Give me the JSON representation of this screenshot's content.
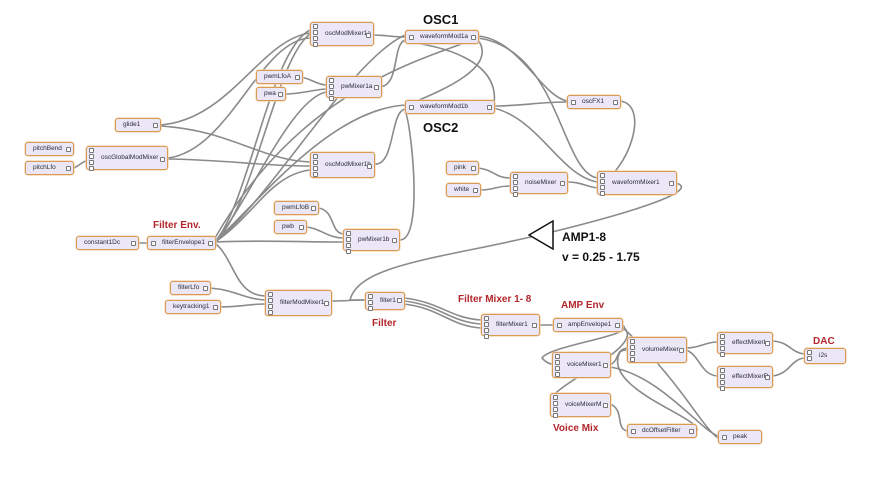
{
  "nodes": {
    "oscModMixer1a": "oscModMixer1a",
    "waveformMod1a": "waveformMod1a",
    "pwmLfoA": "pwmLfoA",
    "pwa": "pwa",
    "pwMixer1a": "pwMixer1a",
    "waveformMod1b": "waveformMod1b",
    "oscFX1": "oscFX1",
    "glide1": "glide1",
    "pitchBend": "pitchBend",
    "pitchLfo": "pitchLfo",
    "oscGlobalModMixer": "oscGlobalModMixer",
    "oscModMixer1b": "oscModMixer1b",
    "pink": "pink",
    "white": "white",
    "noiseMixer": "noiseMixer",
    "waveformMixer1": "waveformMixer1",
    "pwmLfoB": "pwmLfoB",
    "pwb": "pwb",
    "pwMixer1b": "pwMixer1b",
    "constant1Dc": "constant1Dc",
    "filterEnvelope1": "filterEnvelope1",
    "filterLfo": "filterLfo",
    "keytracking1": "keytracking1",
    "filterModMixer1": "filterModMixer1",
    "filter1": "filter1",
    "filterMixer1": "filterMixer1",
    "ampEnvelope1": "ampEnvelope1",
    "voiceMixer1": "voiceMixer1",
    "volumeMixer": "volumeMixer",
    "effectMixerL": "effectMixerL",
    "effectMixerR": "effectMixerR",
    "i2s": "i2s",
    "voiceMixerM": "voiceMixerM",
    "dcOffsetFilter": "dcOffsetFilter",
    "peak": "peak"
  },
  "labels": {
    "osc1": "OSC1",
    "osc2": "OSC2",
    "filter_env": "Filter Env.",
    "filter": "Filter",
    "filter_mixer": "Filter Mixer 1- 8",
    "amp_env": "AMP Env",
    "voice_mix": "Voice Mix",
    "dac": "DAC",
    "amp_title": "AMP1-8",
    "amp_range": "v = 0.25 - 1.75"
  },
  "colors": {
    "node_fill": "#ebe7f6",
    "node_border": "#d99a55",
    "wire": "#888888",
    "section_label": "#b3262c"
  }
}
